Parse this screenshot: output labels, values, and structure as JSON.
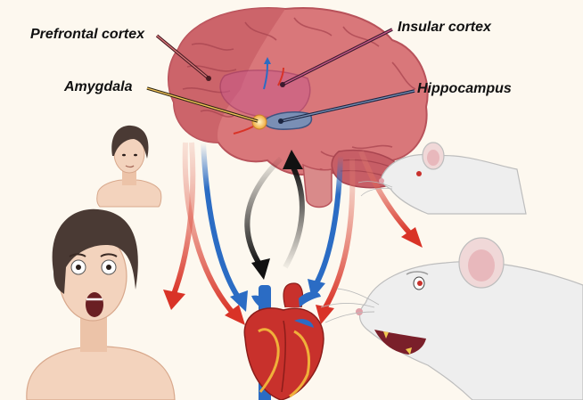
{
  "labels": {
    "prefrontal_cortex": "Prefrontal cortex",
    "insular_cortex": "Insular cortex",
    "amygdala": "Amygdala",
    "hippocampus": "Hippocampus"
  },
  "colors": {
    "background": "#fdf8ef",
    "brain": "#d9777a",
    "brain_dark": "#b8525a",
    "insula": "#c85a8a",
    "amygdala": "#f5c65a",
    "hippocampus": "#7a8fb5",
    "arrow_red": "#d93327",
    "arrow_blue": "#2b6cc4",
    "arrow_black": "#111111",
    "heart": "#c8312c",
    "rat": "#eeeeee",
    "skin": "#f3d3bd",
    "hair": "#4a3a34"
  },
  "icons": [
    "brain-icon",
    "heart-icon",
    "calm-person-icon",
    "fearful-person-icon",
    "calm-rat-icon",
    "fearful-rat-icon"
  ]
}
